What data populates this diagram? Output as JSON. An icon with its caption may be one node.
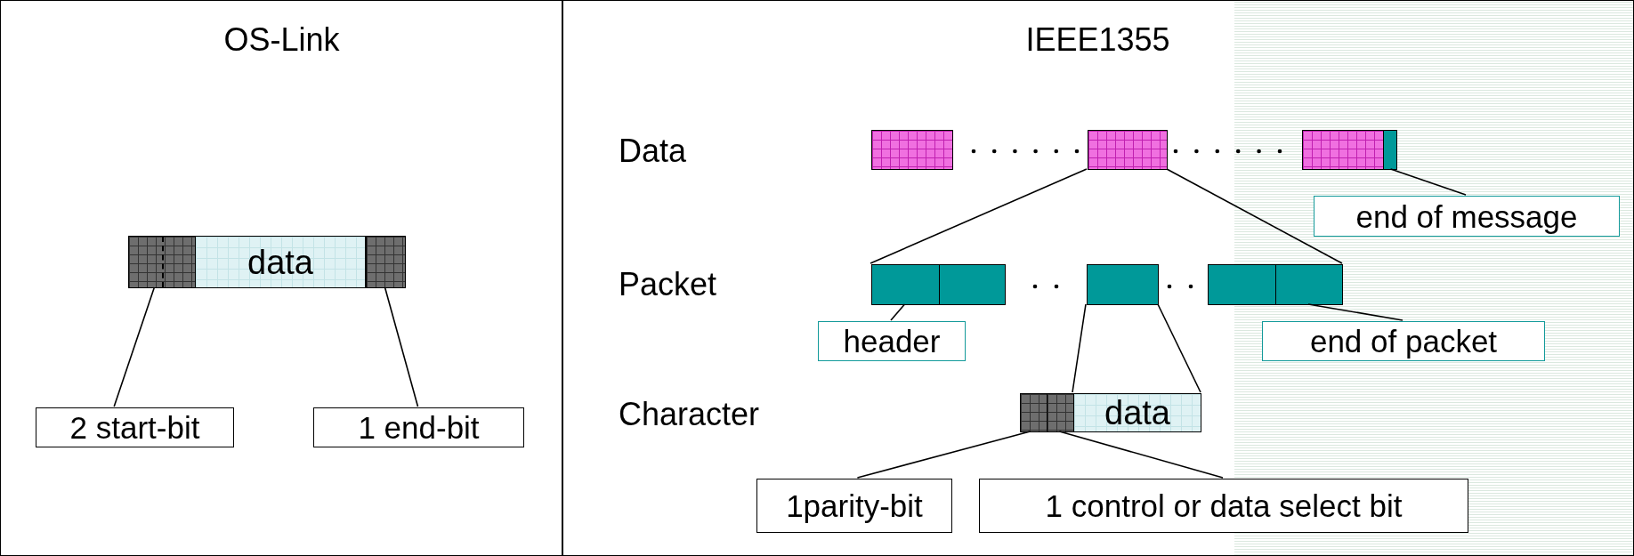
{
  "diagram": {
    "nodes": [
      {
        "text": [
          "OS-Link"
        ]
      },
      {
        "text": [],
        "shape": "bar",
        "in": 0
      },
      {
        "text": [
          "data"
        ],
        "in": 0
      },
      {
        "text": [],
        "shape": "bar",
        "in": 0
      },
      {
        "text": [
          "2 start-bit"
        ],
        "in": 0
      },
      {
        "text": [
          "1 end-bit"
        ],
        "in": 0
      },
      {
        "text": [
          "IEEE1355"
        ]
      },
      {
        "text": [],
        "shape": "bar",
        "in": 6
      },
      {
        "text": [],
        "shape": "bar",
        "in": 6
      },
      {
        "text": [],
        "shape": "bar",
        "in": 6
      },
      {
        "text": [],
        "shape": "bar",
        "in": 6
      },
      {
        "text": [
          "end of message"
        ],
        "in": 6
      },
      {
        "text": [],
        "shape": "bar",
        "in": 6
      },
      {
        "text": [],
        "shape": "bar",
        "in": 6
      },
      {
        "text": [],
        "shape": "bar",
        "in": 6
      },
      {
        "text": [],
        "shape": "bar",
        "in": 6
      },
      {
        "text": [],
        "shape": "bar",
        "in": 6
      },
      {
        "text": [
          "header"
        ],
        "in": 6
      },
      {
        "text": [
          "end of packet"
        ],
        "in": 6
      },
      {
        "text": [],
        "shape": "bar",
        "in": 6
      },
      {
        "text": [],
        "shape": "bar",
        "in": 6
      },
      {
        "text": [
          "data"
        ],
        "in": 6
      },
      {
        "text": [
          "1parity-bit"
        ],
        "in": 6
      },
      {
        "text": [
          "1 control or data select bit"
        ],
        "in": 6
      }
    ],
    "edges": [
      {
        "from": 4,
        "to": 1,
        "arrow": "none"
      },
      {
        "from": 5,
        "to": 3,
        "arrow": "none"
      },
      {
        "from": 8,
        "to": 12,
        "arrow": "none"
      },
      {
        "from": 8,
        "to": 16,
        "arrow": "none"
      },
      {
        "from": 11,
        "to": 10,
        "arrow": "none"
      },
      {
        "from": 17,
        "to": 12,
        "arrow": "none"
      },
      {
        "from": 18,
        "to": 16,
        "arrow": "none"
      },
      {
        "from": 14,
        "to": 21,
        "arrow": "none"
      },
      {
        "from": 14,
        "to": 21,
        "arrow": "none"
      },
      {
        "from": 22,
        "to": 19,
        "arrow": "none"
      },
      {
        "from": 23,
        "to": 20,
        "arrow": "none"
      }
    ],
    "labels": [
      "Data",
      "Packet",
      "Character"
    ]
  }
}
